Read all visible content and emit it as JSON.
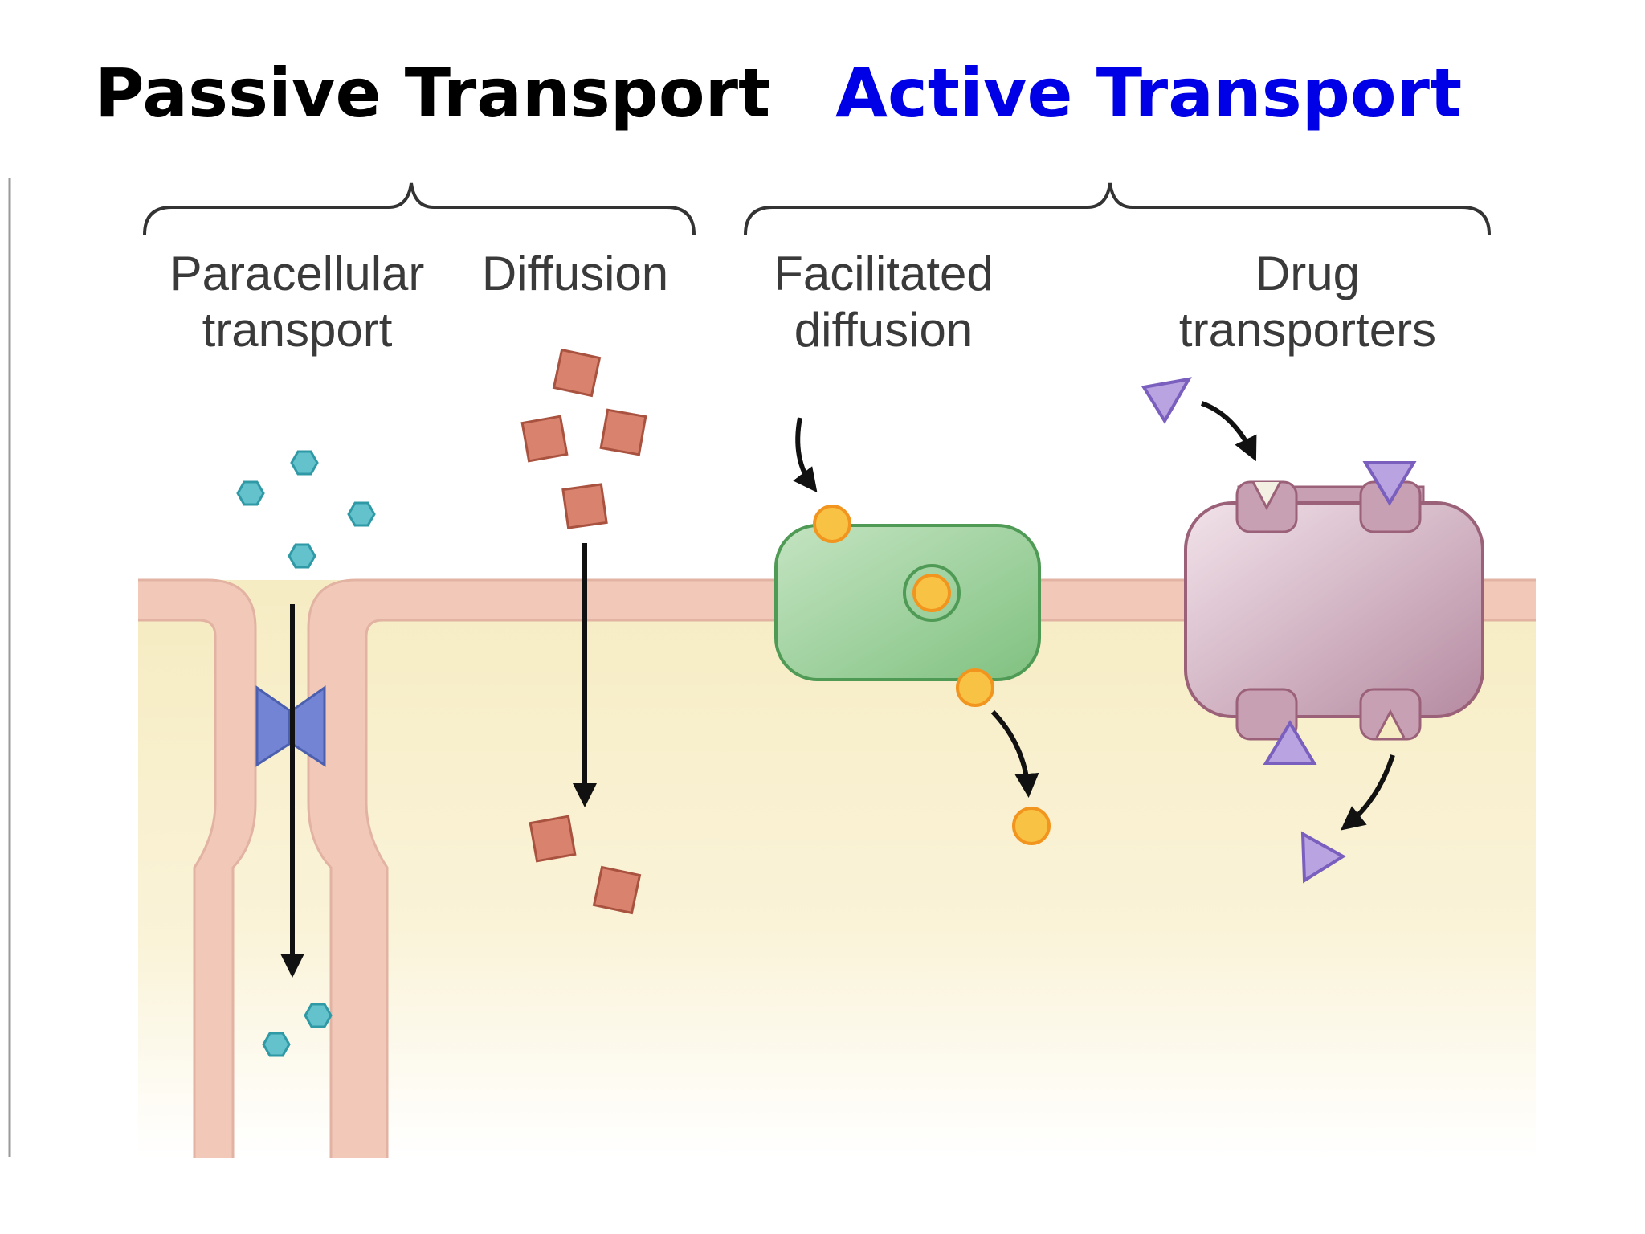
{
  "headings": {
    "passive": {
      "text": "Passive Transport",
      "color": "#000000"
    },
    "active": {
      "text": "Active Transport",
      "color": "#0000e6"
    }
  },
  "labels": {
    "paracellular": [
      "Paracellular",
      "transport"
    ],
    "diffusion": [
      "Diffusion"
    ],
    "facilitated": [
      "Facilitated",
      "diffusion"
    ],
    "drug": [
      "Drug",
      "transporters"
    ]
  },
  "colors": {
    "cytoplasm": "#f8eec6",
    "membrane": "#f1c8b8",
    "membrane_edge": "#d9a796",
    "hexagon": "#62c1cc",
    "square": "#d9826f",
    "circle": "#f7c245",
    "carrier": "#8fca8f",
    "transporter": "#c9a3b6",
    "triangle": "#b9a3e0",
    "junction": "#6c7fcf"
  },
  "icons": {
    "paracellular_molecule": "hexagon-icon",
    "diffusion_molecule": "square-icon",
    "facilitated_molecule": "circle-icon",
    "drug_molecule": "triangle-icon"
  }
}
